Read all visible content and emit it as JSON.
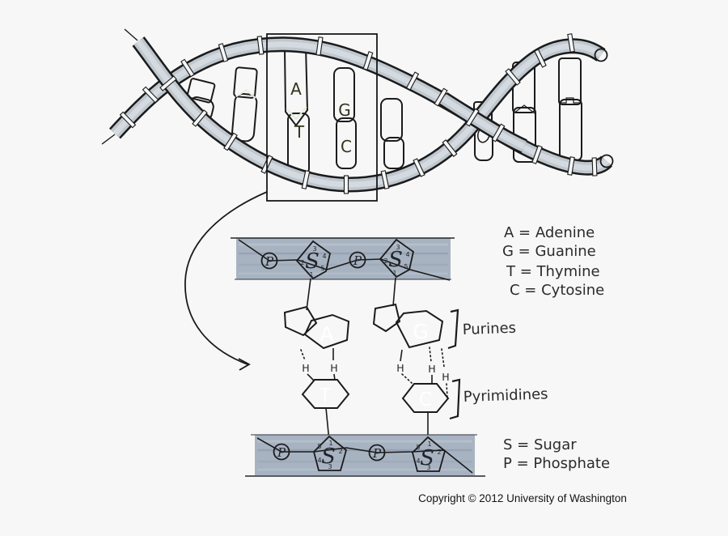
{
  "colors": {
    "background": "#f7f7f7",
    "strand_gray": "#c3cad2",
    "backbone_bar": "#a8b3c2",
    "node_fill": "#d9dde3",
    "adenine_green": "#58b136",
    "thymine_yellow": "#d2c011",
    "guanine_blue": "#3db4d9",
    "cytosine_orange": "#e8913f",
    "outline": "#1b1b1b"
  },
  "bases": {
    "adenine": "A",
    "guanine": "G",
    "thymine": "T",
    "cytosine": "C"
  },
  "symbols": {
    "phosphate": "P",
    "sugar": "S",
    "hydrogen": "H"
  },
  "sugar_carbons": [
    "1",
    "2",
    "3",
    "4",
    "5"
  ],
  "group_labels": {
    "purines": "Purines",
    "pyrimidines": "Pyrimidines"
  },
  "legend": {
    "base_lines": [
      "A = Adenine",
      "G = Guanine",
      "T = Thymine",
      "C = Cytosine"
    ],
    "backbone_lines": [
      "S = Sugar",
      "P = Phosphate"
    ]
  },
  "footer": {
    "copyright": "Copyright © 2012 University of Washington"
  }
}
